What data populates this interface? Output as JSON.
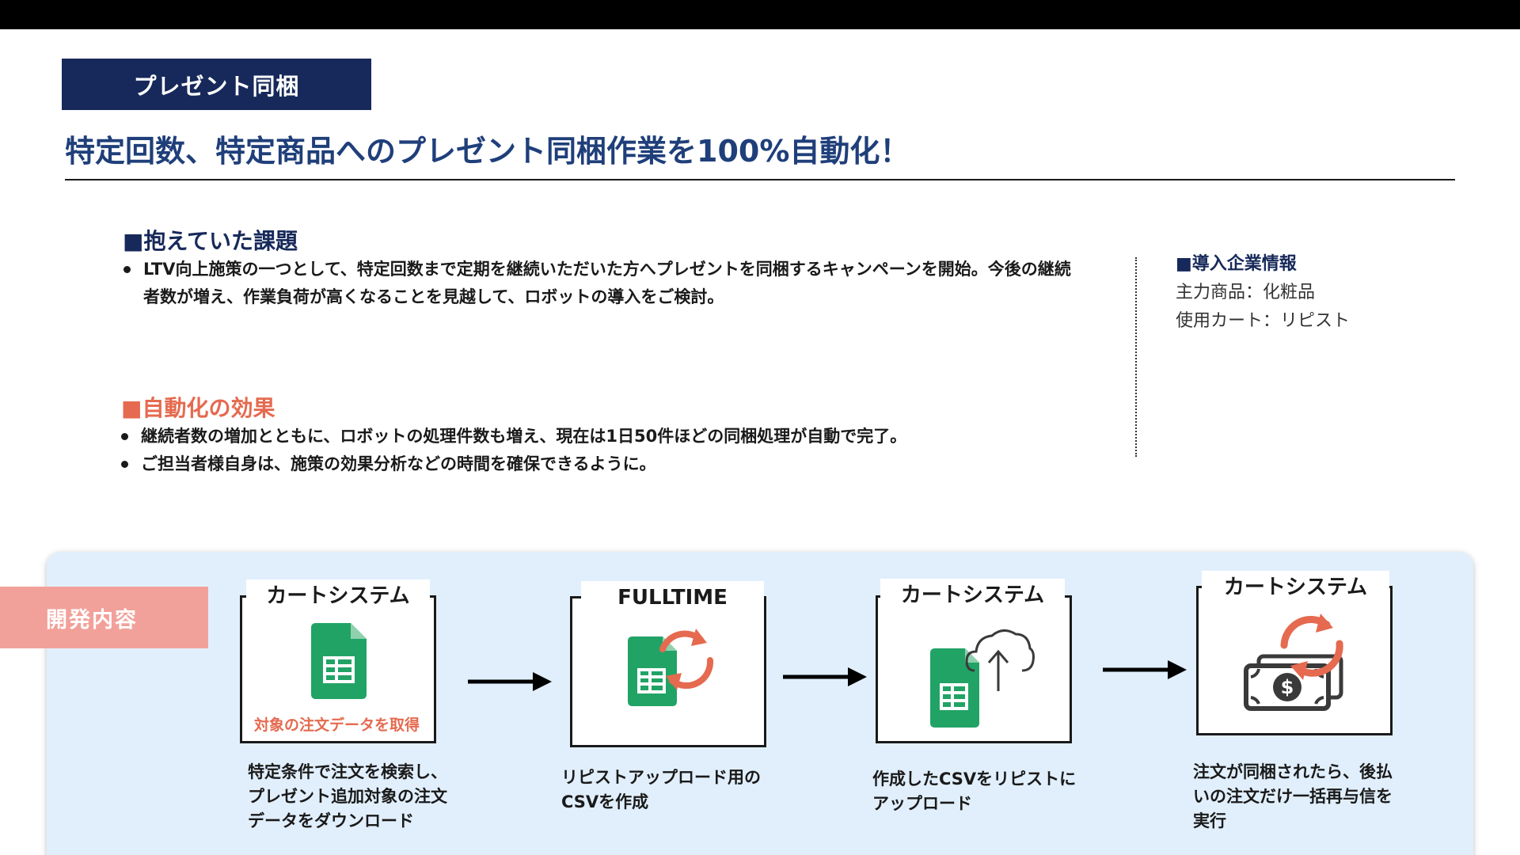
{
  "category_tag": "プレゼント同梱",
  "headline": "特定回数、特定商品へのプレゼント同梱作業を100%自動化！",
  "issue": {
    "title": "■抱えていた課題",
    "bullets": [
      "LTV向上施策の一つとして、特定回数まで定期を継続いただいた方へプレゼントを同梱するキャンペーンを開始。今後の継続者数が増え、作業負荷が高くなることを見越して、ロボットの導入をご検討。"
    ]
  },
  "effect": {
    "title": "■自動化の効果",
    "bullets": [
      "継続者数の増加とともに、ロボットの処理件数も増え、現在は1日50件ほどの同梱処理が自動で完了。",
      "ご担当者様自身は、施策の効果分析などの時間を確保できるように。"
    ]
  },
  "company_info": {
    "title": "■導入企業情報",
    "main_product": "主力商品：化粧品",
    "cart": "使用カート：リピスト"
  },
  "development": {
    "label": "開発内容",
    "steps": [
      {
        "title": "カートシステム",
        "icon": "spreadsheet-icon",
        "note": "対象の注文データを取得",
        "desc": [
          "特定条件で注文を検索し、",
          "プレゼント追加対象の注文",
          "データをダウンロード"
        ]
      },
      {
        "title": "FULLTIME",
        "icon": "spreadsheet-refresh-icon",
        "desc": [
          "リピストアップロード用の",
          "CSVを作成"
        ]
      },
      {
        "title": "カートシステム",
        "icon": "spreadsheet-upload-icon",
        "desc": [
          "作成したCSVをリピストに",
          "アップロード"
        ]
      },
      {
        "title": "カートシステム",
        "icon": "money-refresh-icon",
        "desc": [
          "注文が同梱されたら、後払",
          "いの注文だけ一括再与信を",
          "実行"
        ]
      }
    ]
  },
  "colors": {
    "navy": "#17295a",
    "headline_blue": "#1f3f7a",
    "accent_orange": "#e56a4f",
    "panel_blue": "#e1effc",
    "label_pink": "#f2a19a",
    "sheet_green": "#21a366"
  }
}
